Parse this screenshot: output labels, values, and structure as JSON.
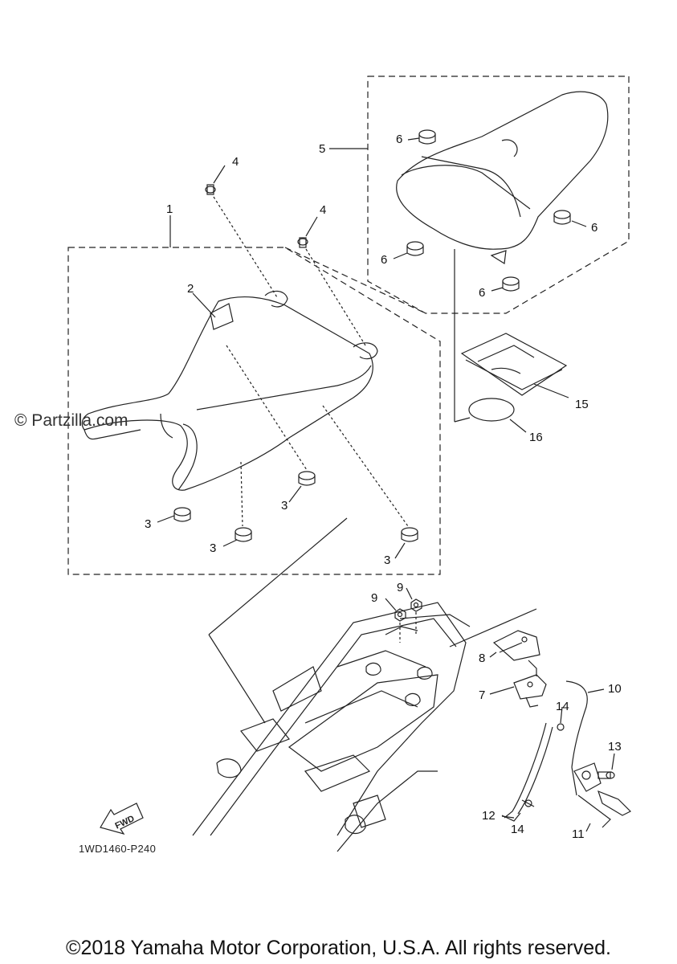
{
  "watermark": "© Partzilla.com",
  "diagram_code": "1WD1460-P240",
  "copyright": "©2018 Yamaha Motor Corporation, U.S.A. All rights reserved.",
  "fwd_label": "FWD",
  "callouts": {
    "c1": "1",
    "c2": "2",
    "c3a": "3",
    "c3b": "3",
    "c3c": "3",
    "c3d": "3",
    "c4a": "4",
    "c4b": "4",
    "c5": "5",
    "c6a": "6",
    "c6b": "6",
    "c6c": "6",
    "c6d": "6",
    "c7": "7",
    "c8": "8",
    "c9a": "9",
    "c9b": "9",
    "c10": "10",
    "c11": "11",
    "c12": "12",
    "c13": "13",
    "c14a": "14",
    "c14b": "14",
    "c15": "15",
    "c16": "16"
  }
}
